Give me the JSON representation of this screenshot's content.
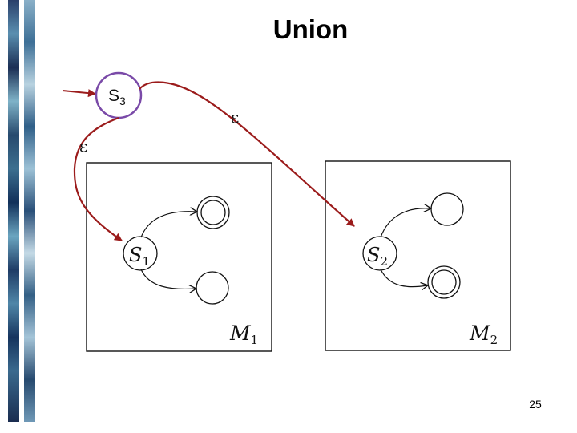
{
  "slide": {
    "title": "Union",
    "page_number": "25"
  },
  "diagram": {
    "new_start": {
      "letter": "S",
      "subscript": "3"
    },
    "epsilon_left": "ε",
    "epsilon_right": "ε",
    "machines": [
      {
        "letter": "M",
        "subscript": "1",
        "start_letter": "S",
        "start_subscript": "1",
        "accepting": [
          "upper"
        ]
      },
      {
        "letter": "M",
        "subscript": "2",
        "start_letter": "S",
        "start_subscript": "2",
        "accepting": [
          "lower"
        ]
      }
    ],
    "colors": {
      "epsilon_arrow": "#9b1b1b",
      "start_ring": "#7a4aa8",
      "ink": "#111111"
    }
  }
}
